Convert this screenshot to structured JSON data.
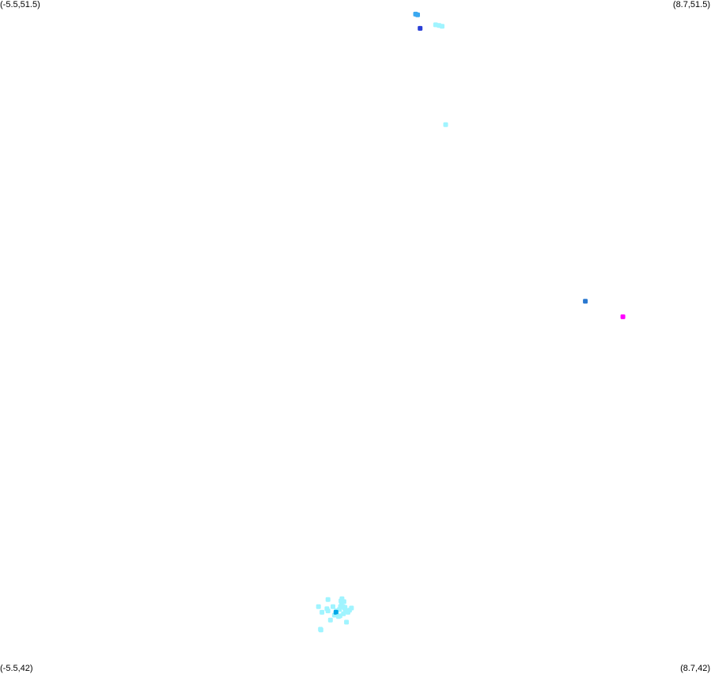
{
  "corners": {
    "top_left": "(-5.5,51.5)",
    "top_right": "(8.7,51.5)",
    "bottom_left": "(-5.5,42)",
    "bottom_right": "(8.7,42)"
  },
  "chart_data": {
    "type": "scatter",
    "title": "",
    "xlabel": "",
    "ylabel": "",
    "xlim": [
      -5.5,
      8.7
    ],
    "ylim": [
      42,
      51.5
    ],
    "grid": false,
    "colors": {
      "cyan_light": "#a0f4ff",
      "sky": "#3aa8f0",
      "navy": "#2a3fd6",
      "steel": "#2a78d0",
      "magenta": "#ff00ff",
      "teal": "#00a8e8"
    },
    "points": [
      {
        "x": 2.8,
        "y": 51.3,
        "color": "#3aa8f0"
      },
      {
        "x": 2.84,
        "y": 51.29,
        "color": "#3aa8f0"
      },
      {
        "x": 2.89,
        "y": 51.1,
        "color": "#2a3fd6"
      },
      {
        "x": 3.2,
        "y": 51.15,
        "color": "#a0f4ff"
      },
      {
        "x": 3.27,
        "y": 51.14,
        "color": "#a0f4ff"
      },
      {
        "x": 3.33,
        "y": 51.13,
        "color": "#a0f4ff"
      },
      {
        "x": 3.4,
        "y": 49.74,
        "color": "#a0f4ff"
      },
      {
        "x": 6.19,
        "y": 47.25,
        "color": "#2a78d0"
      },
      {
        "x": 6.94,
        "y": 47.03,
        "color": "#ff00ff"
      },
      {
        "x": 0.9,
        "y": 42.62,
        "color": "#a0f4ff"
      },
      {
        "x": 0.91,
        "y": 42.61,
        "color": "#a0f4ff"
      },
      {
        "x": 0.86,
        "y": 42.94,
        "color": "#a0f4ff"
      },
      {
        "x": 0.93,
        "y": 42.86,
        "color": "#a0f4ff"
      },
      {
        "x": 1.03,
        "y": 42.91,
        "color": "#a0f4ff"
      },
      {
        "x": 1.05,
        "y": 42.88,
        "color": "#a0f4ff"
      },
      {
        "x": 1.1,
        "y": 42.75,
        "color": "#a0f4ff"
      },
      {
        "x": 1.18,
        "y": 42.82,
        "color": "#a0f4ff"
      },
      {
        "x": 1.22,
        "y": 42.88,
        "color": "#a0f4ff"
      },
      {
        "x": 1.28,
        "y": 42.9,
        "color": "#a0f4ff"
      },
      {
        "x": 1.3,
        "y": 42.94,
        "color": "#a0f4ff"
      },
      {
        "x": 1.32,
        "y": 42.97,
        "color": "#a0f4ff"
      },
      {
        "x": 1.35,
        "y": 42.94,
        "color": "#a0f4ff"
      },
      {
        "x": 1.38,
        "y": 42.92,
        "color": "#a0f4ff"
      },
      {
        "x": 1.4,
        "y": 42.88,
        "color": "#a0f4ff"
      },
      {
        "x": 1.45,
        "y": 42.86,
        "color": "#a0f4ff"
      },
      {
        "x": 1.48,
        "y": 42.89,
        "color": "#a0f4ff"
      },
      {
        "x": 1.52,
        "y": 42.92,
        "color": "#a0f4ff"
      },
      {
        "x": 1.36,
        "y": 42.84,
        "color": "#a0f4ff"
      },
      {
        "x": 1.42,
        "y": 42.72,
        "color": "#a0f4ff"
      },
      {
        "x": 1.29,
        "y": 42.81,
        "color": "#a0f4ff"
      },
      {
        "x": 1.21,
        "y": 42.86,
        "color": "#00a8e8"
      },
      {
        "x": 1.26,
        "y": 42.8,
        "color": "#a0f4ff"
      },
      {
        "x": 1.33,
        "y": 43.05,
        "color": "#a0f4ff"
      },
      {
        "x": 1.31,
        "y": 43.02,
        "color": "#a0f4ff"
      },
      {
        "x": 1.37,
        "y": 43.01,
        "color": "#a0f4ff"
      },
      {
        "x": 1.05,
        "y": 43.04,
        "color": "#a0f4ff"
      },
      {
        "x": 1.15,
        "y": 42.94,
        "color": "#a0f4ff"
      },
      {
        "x": 1.39,
        "y": 42.93,
        "color": "#a0f4ff"
      }
    ]
  }
}
